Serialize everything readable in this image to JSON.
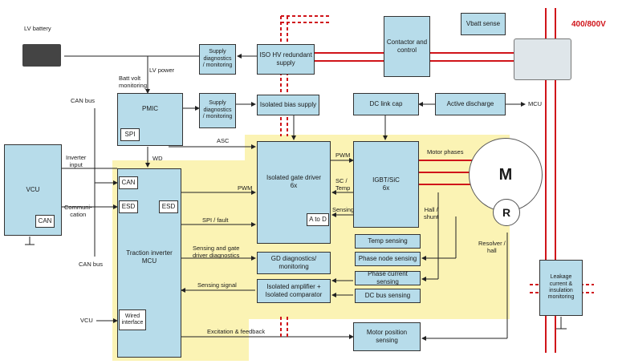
{
  "labels": {
    "lv_battery": "LV battery",
    "lv_power": "LV power",
    "batt_volt": "Batt volt\nmonitoring",
    "can_bus_top": "CAN bus",
    "can_bus_bottom": "CAN bus",
    "inverter_input": "Inverter\ninput",
    "communication": "Communi-\ncation",
    "wd": "WD",
    "asc": "ASC",
    "pwm_mcu": "PWM",
    "spi_fault": "SPI / fault",
    "sensing_gate": "Sensing and gate\ndriver diagnostics",
    "sensing_signal": "Sensing signal",
    "pwm_gd": "PWM",
    "sc_temp": "SC /\nTemp",
    "sensing": "Sensing",
    "motor_phases": "Motor phases",
    "hall_shunt": "Hall /\nshunt",
    "resolver_hall": "Resolver /\nhall",
    "excitation": "Excitation & feedback",
    "mcu_out": "MCU",
    "vcu_in": "VCU",
    "hv_label": "400/800V"
  },
  "blocks": {
    "supply_diag_1": "Supply\ndiagnostics\n/ monitoring",
    "iso_hv": "ISO HV redundant\nsupply",
    "contactor": "Contactor and\ncontrol",
    "vbatt": "Vbatt sense",
    "pmic": "PMIC",
    "spi": "SPI",
    "supply_diag_2": "Supply\ndiagnostics\n/ monitoring",
    "iso_bias": "Isolated bias supply",
    "dc_link": "DC link cap",
    "active_discharge": "Active discharge",
    "vcu": "VCU",
    "vcu_can": "CAN",
    "mcu_can": "CAN",
    "mcu_esd_l": "ESD",
    "mcu_esd_r": "ESD",
    "mcu": "Traction inverter\nMCU",
    "wired": "Wired\ninterface",
    "gate_driver": "Isolated gate driver\n6x",
    "atod": "A to D",
    "igbt": "IGBT/SiC\n6x",
    "gd_diag": "GD diagnostics/\nmonitoring",
    "iso_amp": "Isolated amplifier +\nIsolated comparator",
    "temp_sensing": "Temp sensing",
    "phase_node": "Phase node sensing",
    "phase_current": "Phase current sensing",
    "dc_bus": "DC bus sensing",
    "motor_pos": "Motor position sensing",
    "leakage": "Leakage\ncurrent &\ninsulation\nmonitoring"
  },
  "motor": {
    "m": "M",
    "r": "R"
  },
  "colors": {
    "block": "#b7dcea",
    "highlight": "#fbf3b4",
    "hv_line": "#d0141a",
    "text": "#1a1a1a"
  }
}
